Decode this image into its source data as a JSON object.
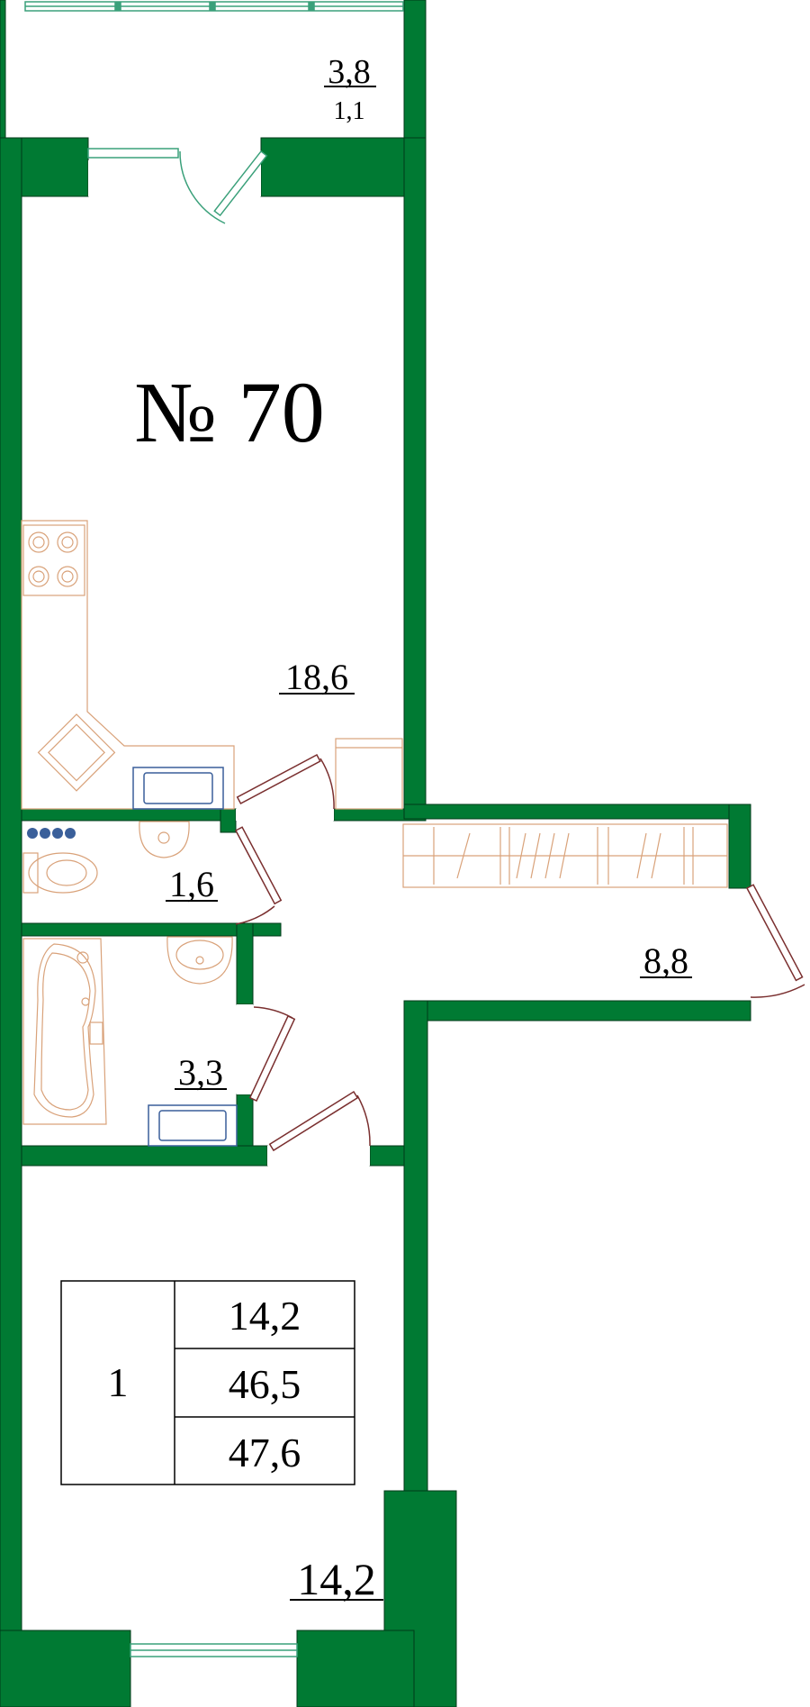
{
  "apartment": {
    "number_label": "№ 70"
  },
  "rooms": {
    "balcony_area": "3,8",
    "balcony_reduced": "1,1",
    "kitchen_living_area": "18,6",
    "toilet_area": "1,6",
    "bathroom_area": "3,3",
    "hall_area": "8,8",
    "bedroom_area": "14,2"
  },
  "summary_table": {
    "rooms_count": "1",
    "living_area": "14,2",
    "total_area": "46,5",
    "total_with_balcony": "47,6"
  },
  "colors": {
    "wall": "#007a33",
    "furniture": "#d9a27a",
    "appliance": "#3a5f9a",
    "door": "#7a2f2f",
    "window": "#3aa07a"
  }
}
